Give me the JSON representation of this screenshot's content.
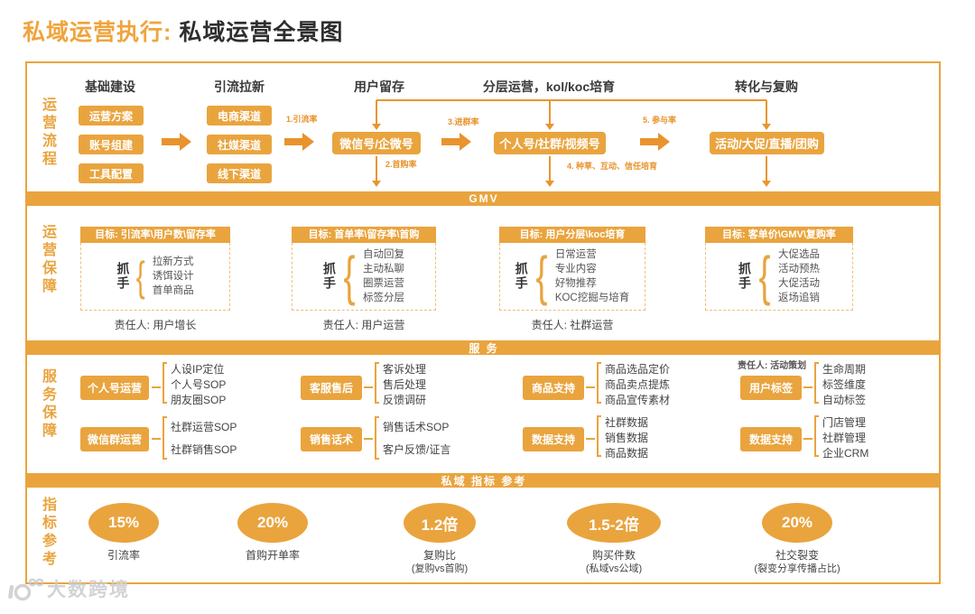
{
  "title": {
    "prefix": "私域运营执行:",
    "main": "私域运营全景图"
  },
  "colors": {
    "orange": "#E9A43E",
    "orange_dark": "#E8932D",
    "title_orange": "#F0A43C",
    "text_dark": "#333333",
    "watermark_gray": "#C9C9C9"
  },
  "flow": {
    "section_label": "运营流程",
    "col1": {
      "header": "基础建设",
      "boxes": [
        "运营方案",
        "账号组建",
        "工具配置"
      ]
    },
    "col2": {
      "header": "引流拉新",
      "boxes": [
        "电商渠道",
        "社媒渠道",
        "线下渠道"
      ]
    },
    "stage3": {
      "header": "用户留存",
      "node": "微信号/企微号"
    },
    "stage4": {
      "header": "分层运营，kol/koc培育",
      "node": "个人号/社群/视频号"
    },
    "stage5": {
      "header": "转化与复购",
      "node": "活动/大促/直播/团购"
    },
    "labels": {
      "l1": "1.引流率",
      "l2": "2.首购率",
      "l3": "3.进群率",
      "l4": "4. 种草、互动、信任培育",
      "l5": "5. 参与率"
    }
  },
  "gmv_bar": "GMV",
  "assurance": {
    "section_label": "运营保障",
    "handle_label": "抓手",
    "cards": [
      {
        "goal": "目标: 引流率\\用户数\\留存率",
        "items": [
          "拉新方式",
          "诱饵设计",
          "首单商品"
        ],
        "owner": "责任人: 用户增长"
      },
      {
        "goal": "目标: 首单率\\留存率\\首购",
        "items": [
          "自动回复",
          "主动私聊",
          "圈票运营",
          "标签分层"
        ],
        "owner": "责任人: 用户运营"
      },
      {
        "goal": "目标: 用户分层\\koc培育",
        "items": [
          "日常运营",
          "专业内容",
          "好物推荐",
          "KOC挖掘与培育"
        ],
        "owner": "责任人: 社群运营"
      },
      {
        "goal": "目标: 客单价\\GMV\\复购率",
        "items": [
          "大促选品",
          "活动预热",
          "大促活动",
          "返场追销"
        ],
        "owner": "责任人: 活动策划"
      }
    ]
  },
  "service_bar": "服 务",
  "service": {
    "section_label": "服务保障",
    "groups": [
      {
        "box": "个人号运营",
        "items": [
          "人设IP定位",
          "个人号SOP",
          "朋友圈SOP"
        ]
      },
      {
        "box": "微信群运营",
        "items": [
          "社群运营SOP",
          "社群销售SOP"
        ]
      },
      {
        "box": "客服售后",
        "items": [
          "客诉处理",
          "售后处理",
          "反馈调研"
        ]
      },
      {
        "box": "销售话术",
        "items": [
          "销售话术SOP",
          "客户反馈/证言"
        ]
      },
      {
        "box": "商品支持",
        "items": [
          "商品选品定价",
          "商品卖点提炼",
          "商品宣传素材"
        ]
      },
      {
        "box": "数据支持",
        "items": [
          "社群数据",
          "销售数据",
          "商品数据"
        ]
      },
      {
        "box": "用户标签",
        "items": [
          "生命周期",
          "标签维度",
          "自动标签"
        ]
      },
      {
        "box": "数据支持",
        "items": [
          "门店管理",
          "社群管理",
          "企业CRM"
        ]
      }
    ]
  },
  "metrics_bar": "私域 指标 参考",
  "metrics": {
    "section_label": "指标参考",
    "items": [
      {
        "value": "15%",
        "caption": "引流率",
        "sub": ""
      },
      {
        "value": "20%",
        "caption": "首购开单率",
        "sub": ""
      },
      {
        "value": "1.2倍",
        "caption": "复购比",
        "sub": "(复购vs首购)"
      },
      {
        "value": "1.5-2倍",
        "caption": "购买件数",
        "sub": "(私域vs公域)"
      },
      {
        "value": "20%",
        "caption": "社交裂变",
        "sub": "(裂变分享传播占比)"
      }
    ]
  },
  "watermark": "大数跨境"
}
